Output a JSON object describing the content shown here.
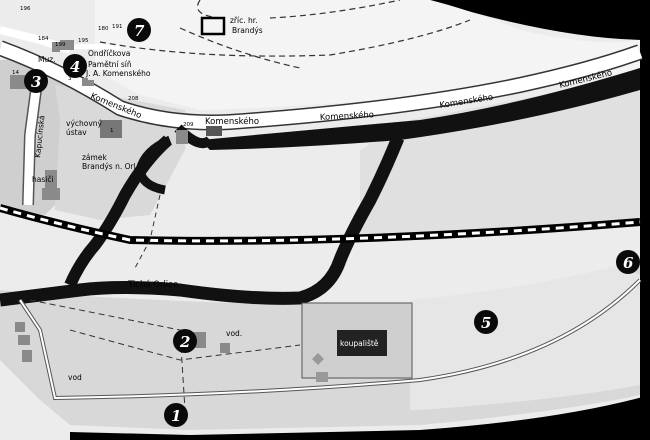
{
  "streets": {
    "komenskeho": "Komenského",
    "ondrickova": "Ondříčkova",
    "kapucinska": "Kapucínská"
  },
  "places": {
    "castle_ruin": "zříc. hr. Brandýs",
    "memorial_hall": "Pamětní síň J. A. Komenského",
    "museum": "Muz.",
    "educational_institute": "výchovný ústav",
    "chateau": "zámek Brandýs n. Orl.",
    "firefighters": "hasiči",
    "river": "Tichá Orlice",
    "pool": "koupaliště",
    "water_1": "vod.",
    "water_2": "vod"
  },
  "house_numbers": [
    "196",
    "184",
    "180",
    "195",
    "199",
    "191",
    "14",
    "5",
    "208",
    "3",
    "209",
    "1"
  ],
  "markers": [
    {
      "number": "1"
    },
    {
      "number": "2"
    },
    {
      "number": "3"
    },
    {
      "number": "4"
    },
    {
      "number": "5"
    },
    {
      "number": "6"
    },
    {
      "number": "7"
    }
  ],
  "colors": {
    "background": "#e6e6e6",
    "river": "#111111",
    "road": "#ffffff",
    "railway": "#000000",
    "building": "#8a8a8a",
    "marker": "#0a0a0a"
  }
}
